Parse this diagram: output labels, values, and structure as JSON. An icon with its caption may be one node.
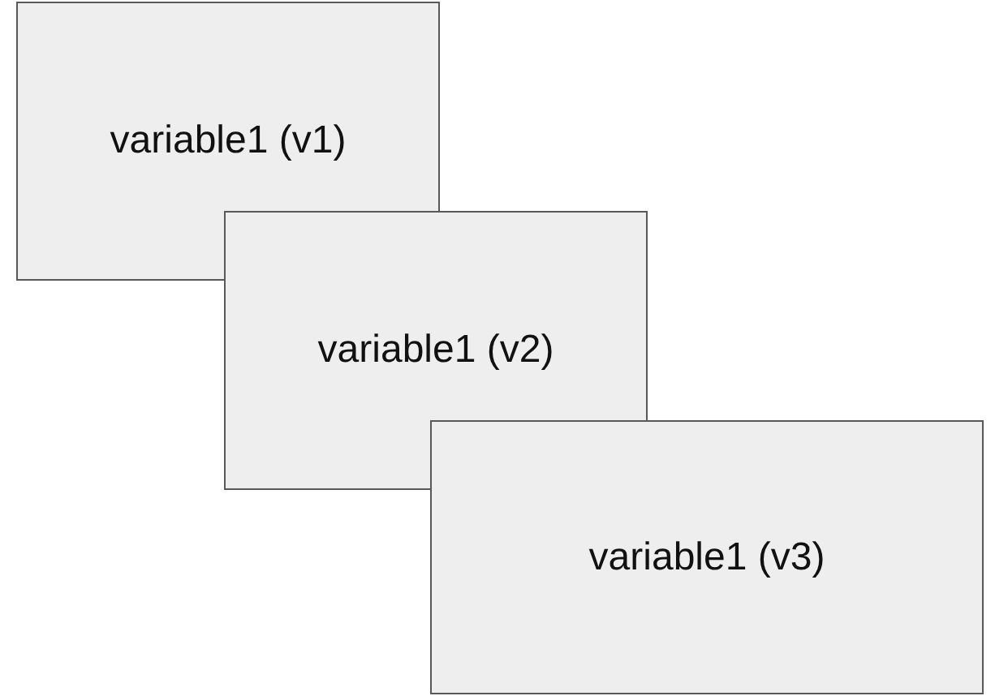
{
  "diagram": {
    "nodes": [
      {
        "text": [
          "variable1 (v1)"
        ]
      },
      {
        "text": [
          "variable1 (v2)"
        ]
      },
      {
        "text": [
          "variable1 (v3)"
        ]
      }
    ]
  }
}
